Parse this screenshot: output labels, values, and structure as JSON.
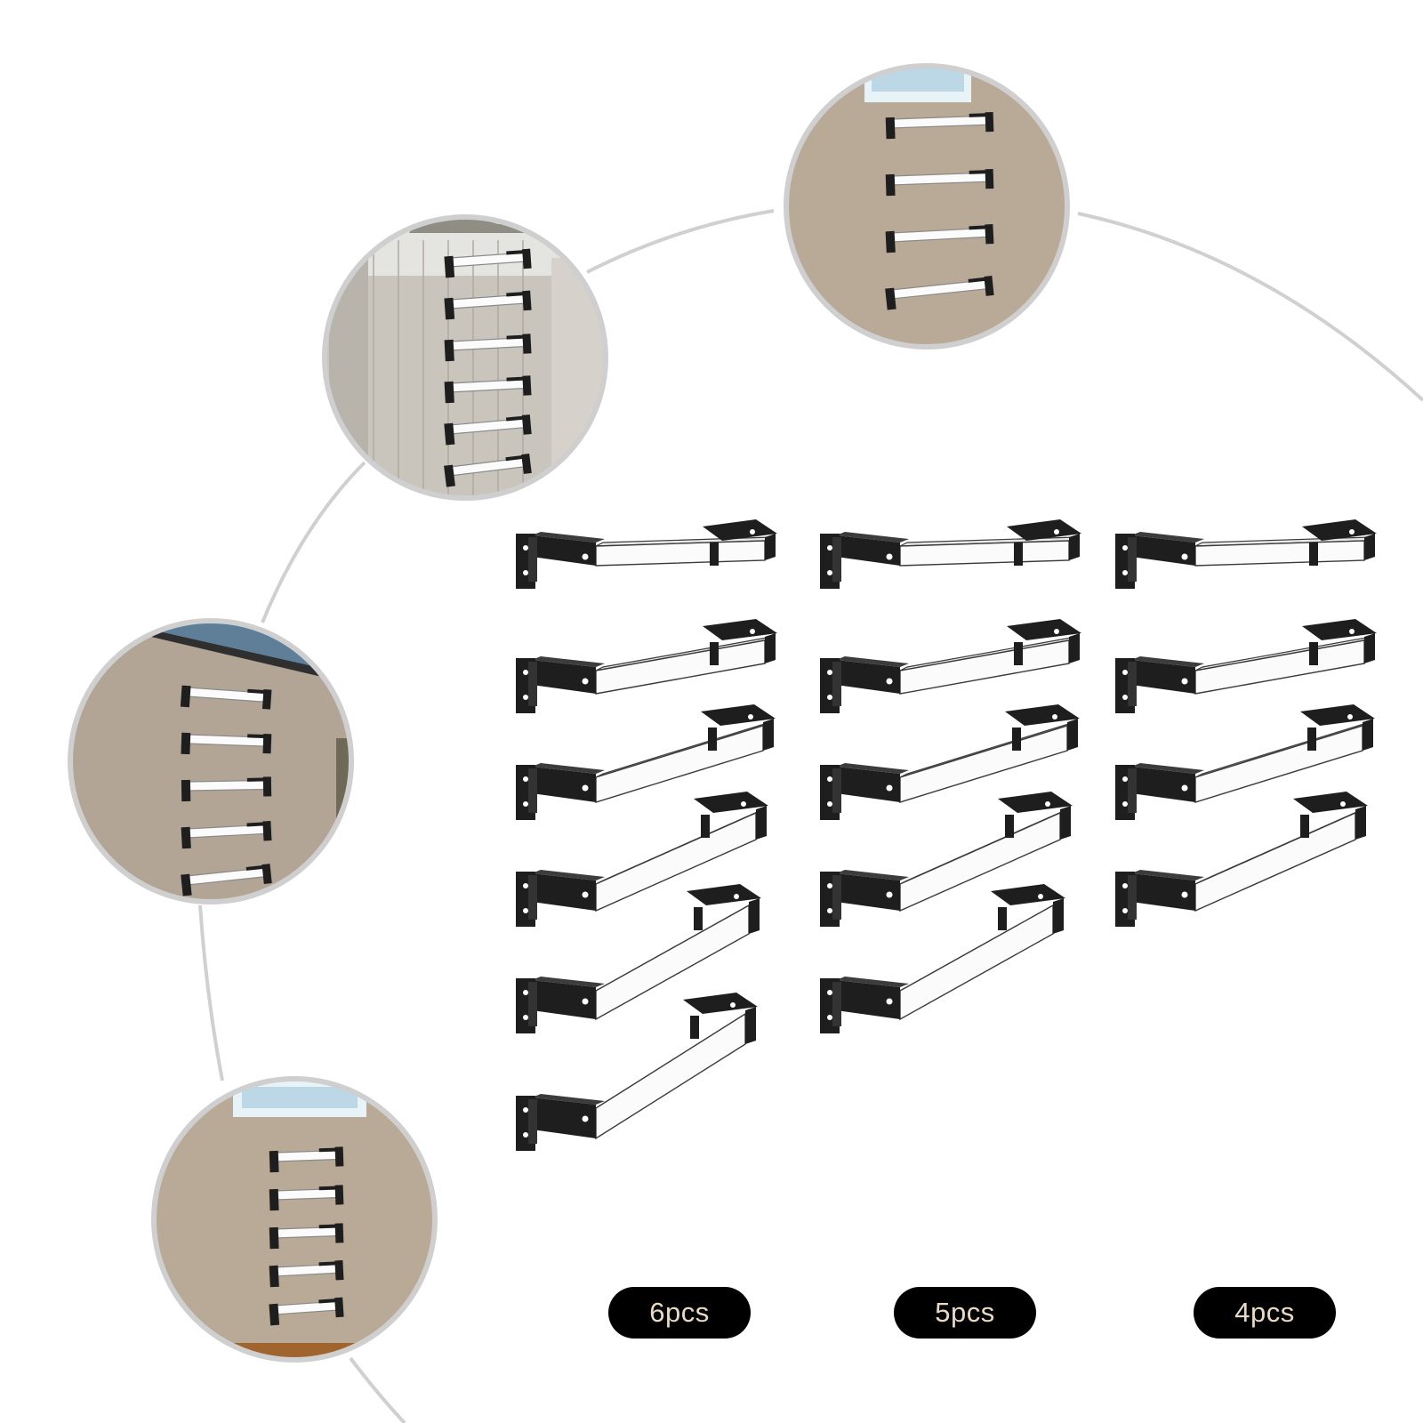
{
  "colors": {
    "arc": "#d0d0d0",
    "circle_border": "#cfcfcf",
    "wall_beige": "#b9aa98",
    "wall_taupe": "#b2a596",
    "wall_stone": "#c9c4bc",
    "bracket_black": "#1e1e1e",
    "tube_white": "#fbfbfb",
    "label_bg": "#000000",
    "label_text": "#e9d9c5"
  },
  "icons": [
    "wall-mount-bracket-icon",
    "ladder-shelf-scene"
  ],
  "scenes": [
    {
      "name": "scene-four-brackets",
      "rungs": 4,
      "wall": "beige"
    },
    {
      "name": "scene-six-brackets-stone",
      "rungs": 6,
      "wall": "stone"
    },
    {
      "name": "scene-five-brackets-taupe",
      "rungs": 5,
      "wall": "taupe"
    },
    {
      "name": "scene-five-brackets-skylight",
      "rungs": 5,
      "wall": "beige"
    }
  ],
  "columns": [
    {
      "count": 6,
      "label": "6pcs"
    },
    {
      "count": 5,
      "label": "5pcs"
    },
    {
      "count": 4,
      "label": "4pcs"
    }
  ]
}
